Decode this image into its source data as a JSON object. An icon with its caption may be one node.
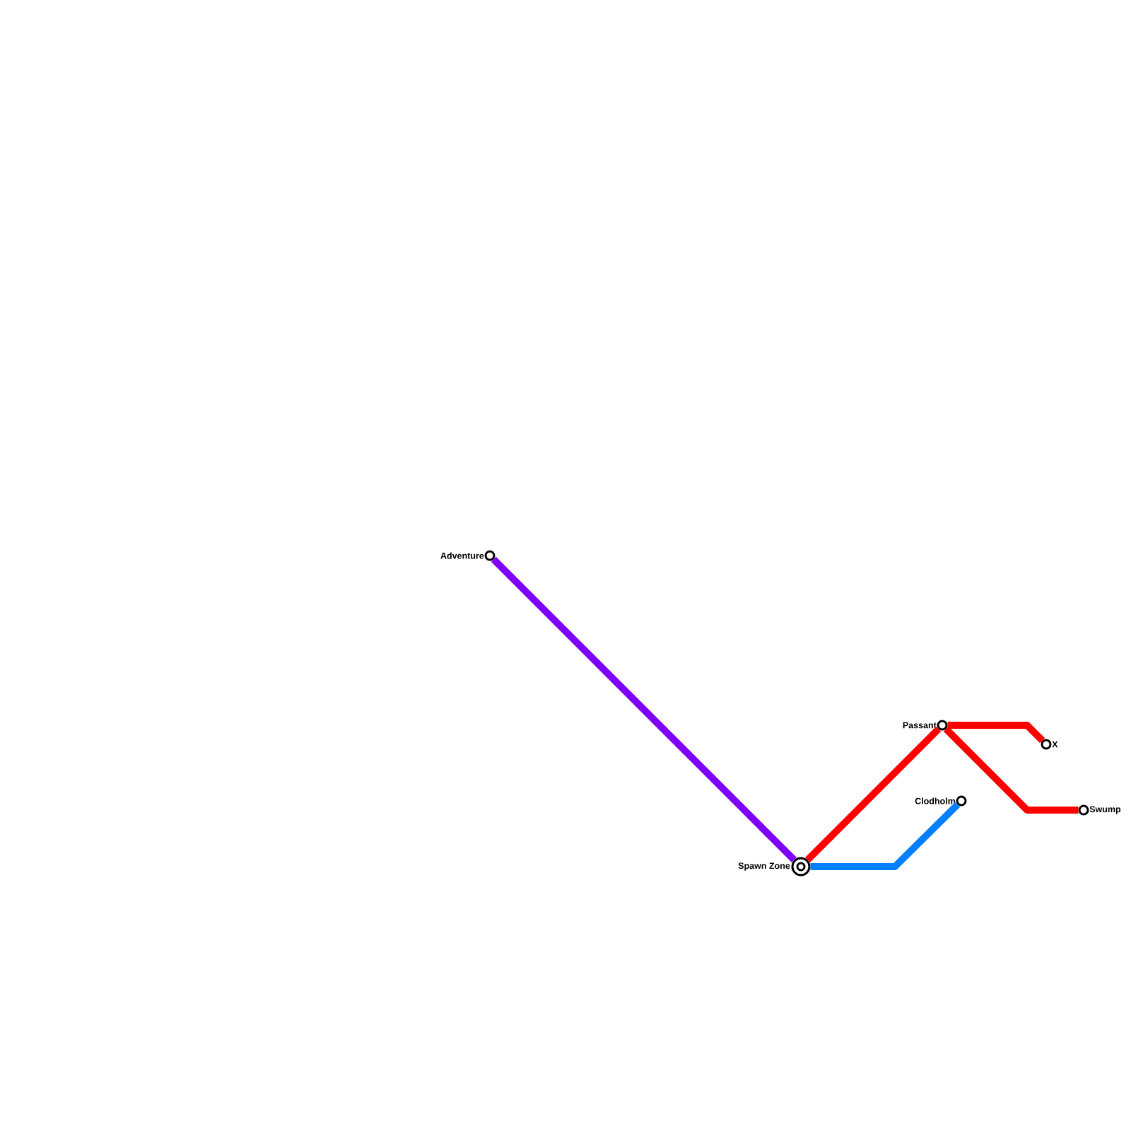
{
  "diagram": {
    "nodes": [
      {
        "text": [
          "Adventure"
        ]
      },
      {
        "text": [
          "Passant"
        ]
      },
      {
        "text": [
          "X"
        ]
      },
      {
        "text": [
          "Clodholm"
        ]
      },
      {
        "text": [
          "Swump"
        ]
      },
      {
        "text": [
          "Spawn Zone"
        ]
      }
    ],
    "edges": [
      {
        "from": 0,
        "to": 5,
        "arrow": "none",
        "color": "#7f00ff"
      },
      {
        "from": 5,
        "to": 1,
        "arrow": "none",
        "color": "#ff0000"
      },
      {
        "from": 1,
        "to": 2,
        "arrow": "none",
        "color": "#ff0000"
      },
      {
        "from": 1,
        "to": 4,
        "arrow": "none",
        "color": "#ff0000"
      },
      {
        "from": 5,
        "to": 3,
        "arrow": "none",
        "color": "#0080ff"
      }
    ]
  }
}
